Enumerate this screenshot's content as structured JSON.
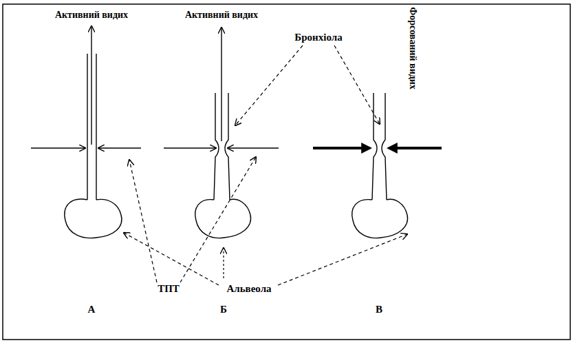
{
  "diagram": {
    "labels": [
      "Активний видих",
      "Активний видих",
      "Форсований видих",
      "Бронхіола",
      "ТПТ",
      "Альвеола",
      "А",
      "Б",
      "В"
    ]
  }
}
